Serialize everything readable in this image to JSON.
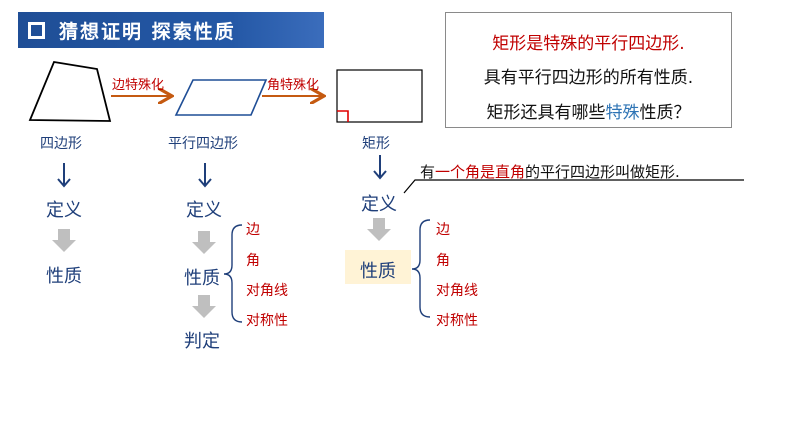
{
  "banner": {
    "title": "猜想证明 探索性质"
  },
  "infobox": {
    "line1": "矩形是特殊的平行四边形.",
    "line2": "具有平行四边形的所有性质.",
    "line3_a": "矩形还具有哪些",
    "line3_b": "特殊",
    "line3_c": "性质？"
  },
  "shapes": {
    "quad_label": "四边形",
    "para_label": "平行四边形",
    "rect_label": "矩形"
  },
  "arrows": {
    "arrow1_label": "边特殊化",
    "arrow2_label": "角特殊化"
  },
  "col1": {
    "def": "定义",
    "prop": "性质"
  },
  "col2": {
    "def": "定义",
    "prop": "性质",
    "judge": "判定",
    "items": [
      "边",
      "角",
      "对角线",
      "对称性"
    ]
  },
  "col3": {
    "def": "定义",
    "prop": "性质",
    "items": [
      "边",
      "角",
      "对角线",
      "对称性"
    ]
  },
  "definition": {
    "part1": "有",
    "part2": "一个角是直角",
    "part3": "的平行四边形叫做矩形."
  },
  "colors": {
    "banner": "#1f4e96",
    "red": "#c00000",
    "navy": "#1f3f7a",
    "orange_arrow": "#c55a11",
    "gray_arrow": "#bfbfbf",
    "highlight": "#fff3d6"
  }
}
